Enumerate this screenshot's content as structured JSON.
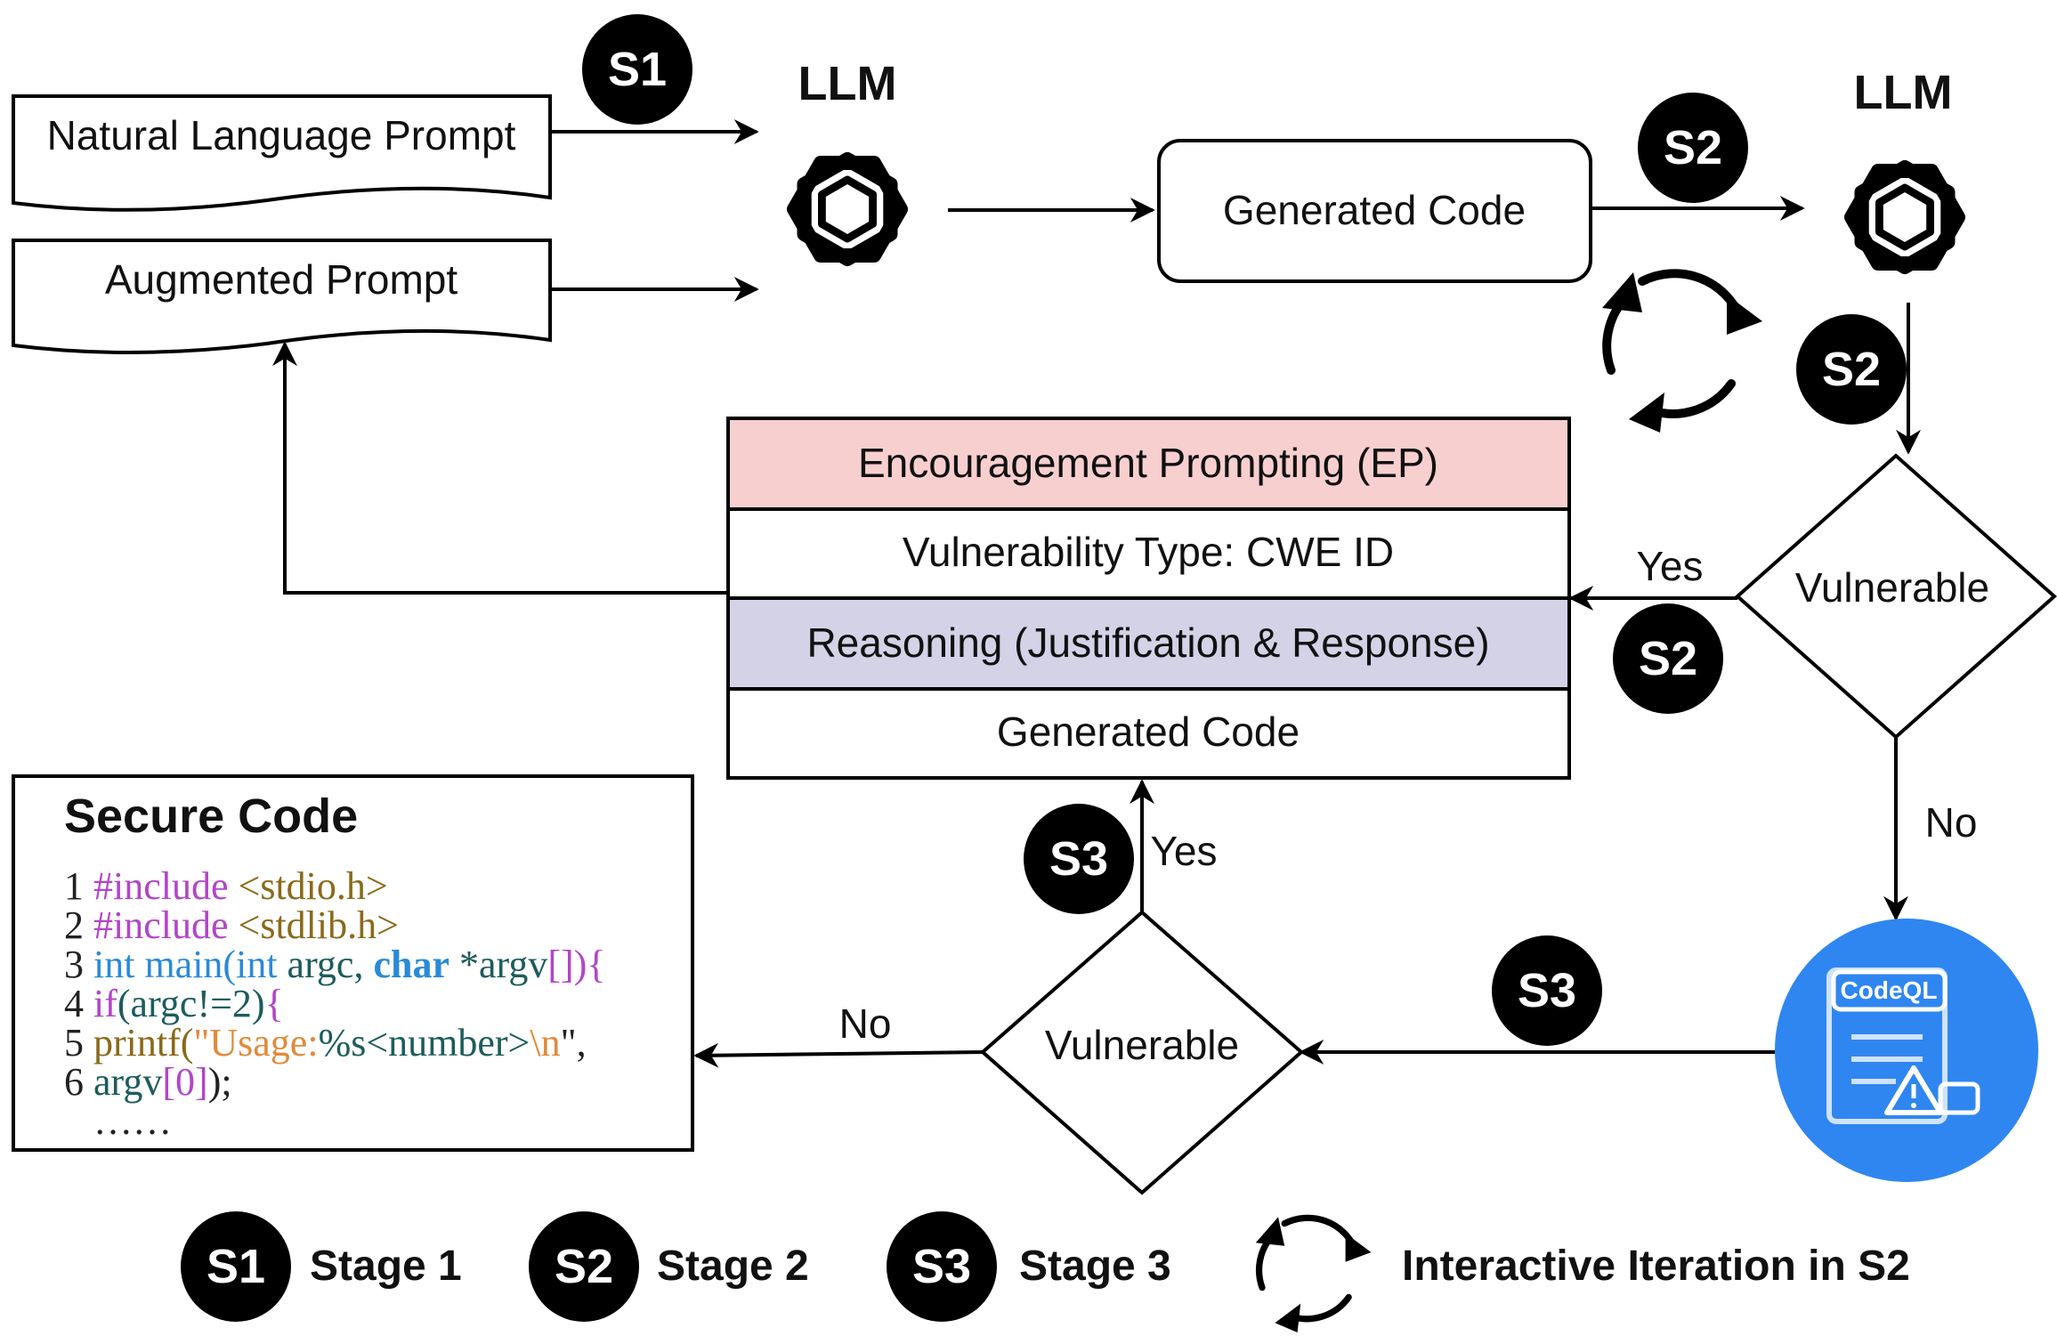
{
  "prompts": {
    "natural_language": "Natural Language Prompt",
    "augmented": "Augmented Prompt"
  },
  "llm": {
    "label_1": "LLM",
    "label_2": "LLM",
    "icon": "openai-logo-icon"
  },
  "generated_code_box": "Generated Code",
  "ep_block": {
    "title": "Encouragement Prompting (EP)",
    "vuln_type": "Vulnerability Type: CWE ID",
    "reasoning": "Reasoning (Justification & Response)",
    "generated_code": "Generated Code",
    "title_color": "#f8cfcf",
    "reasoning_color": "#d3d2e6"
  },
  "decisions": {
    "vulnerable_1": "Vulnerable",
    "vulnerable_2": "Vulnerable",
    "yes_1": "Yes",
    "no_1": "No",
    "yes_2": "Yes",
    "no_2": "No"
  },
  "stage_badges": {
    "s1": "S1",
    "s2": "S2",
    "s3": "S3"
  },
  "codeql": {
    "label": "CodeQL",
    "color": "#2f86f0"
  },
  "secure_code": {
    "title": "Secure Code",
    "lines": [
      [
        {
          "text": "1 ",
          "color": "#222222"
        },
        {
          "text": "#include",
          "color": "#b245c8"
        },
        {
          "text": " <stdio.h>",
          "color": "#8a6a1a"
        }
      ],
      [
        {
          "text": "2 ",
          "color": "#222222"
        },
        {
          "text": "#include",
          "color": "#b245c8"
        },
        {
          "text": " <stdlib.h>",
          "color": "#8a6a1a"
        }
      ],
      [
        {
          "text": "3 ",
          "color": "#222222"
        },
        {
          "text": "int main(",
          "color": "#2a8ad8"
        },
        {
          "text": "int",
          "color": "#2a8ad8"
        },
        {
          "text": " argc, ",
          "color": "#1d5c5c"
        },
        {
          "text": "char",
          "color": "#2a8ad8",
          "bold": true
        },
        {
          "text": " *argv",
          "color": "#1d5c5c"
        },
        {
          "text": "[]){",
          "color": "#b245c8"
        }
      ],
      [
        {
          "text": "4 ",
          "color": "#222222"
        },
        {
          "text": "if",
          "color": "#b245c8"
        },
        {
          "text": "(argc!=2)",
          "color": "#1d5c5c"
        },
        {
          "text": "{",
          "color": "#b245c8"
        }
      ],
      [
        {
          "text": "5 ",
          "color": "#222222"
        },
        {
          "text": "printf(",
          "color": "#8a6a1a"
        },
        {
          "text": "\"Usage:",
          "color": "#e08a3a"
        },
        {
          "text": "%s<number>",
          "color": "#1d5c5c"
        },
        {
          "text": "\\n",
          "color": "#e08a3a"
        },
        {
          "text": "\",",
          "color": "#222222"
        }
      ],
      [
        {
          "text": "6 ",
          "color": "#222222"
        },
        {
          "text": "argv",
          "color": "#1d5c5c"
        },
        {
          "text": "[0]",
          "color": "#b245c8"
        },
        {
          "text": ");",
          "color": "#222222"
        }
      ],
      [
        {
          "text": "   ……",
          "color": "#222222"
        }
      ]
    ]
  },
  "legend": {
    "stage1": "Stage 1",
    "stage2": "Stage 2",
    "stage3": "Stage 3",
    "iteration": "Interactive Iteration in S2"
  }
}
